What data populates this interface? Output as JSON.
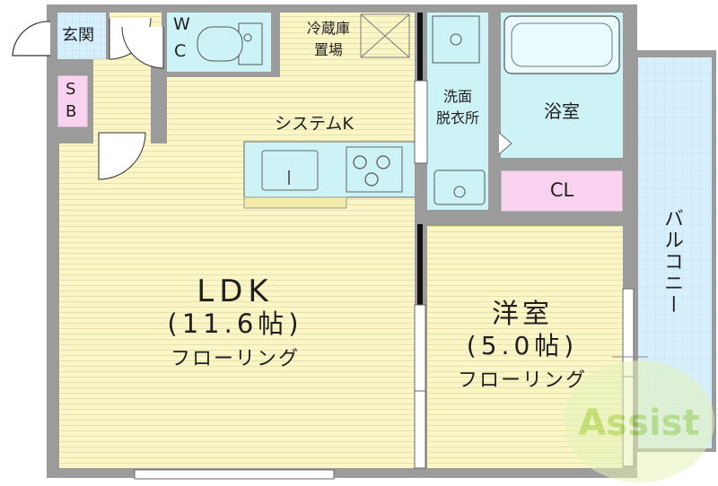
{
  "rooms": {
    "genkan": "玄関",
    "wc": {
      "line1": "W",
      "line2": "C"
    },
    "sb": {
      "line1": "S",
      "line2": "B"
    },
    "fridge": {
      "line1": "冷蔵庫",
      "line2": "置場"
    },
    "kitchen": "システムK",
    "washroom": {
      "line1": "洗面",
      "line2": "脱衣所"
    },
    "bath": "浴室",
    "closet": "CL",
    "balcony": "バルコニー",
    "ldk": {
      "name": "LDK",
      "size": "(11.6帖)",
      "floor": "フローリング"
    },
    "western": {
      "name": "洋室",
      "size": "(5.0帖)",
      "floor": "フローリング"
    }
  },
  "watermark": "Assist",
  "colors": {
    "wall": "#9b9b9b",
    "floor_yellow": "#fbf6c8",
    "tile_blue": "#d7efff",
    "water_cyan": "#cdf3f7",
    "closet_pink": "#f8d2ee",
    "watermark_green": "#b7dd57"
  }
}
